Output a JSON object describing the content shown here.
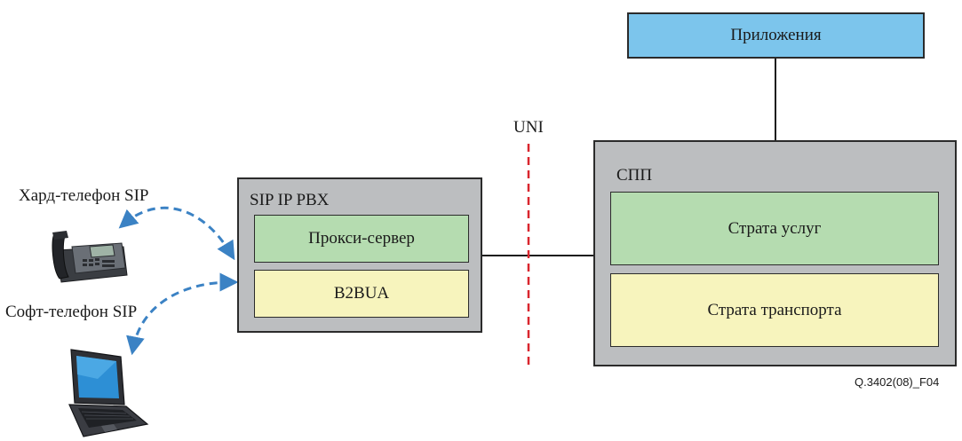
{
  "diagram": {
    "applications_label": "Приложения",
    "uni_label": "UNI",
    "ngn_box": {
      "title": "СПП",
      "service_stratum": "Страта услуг",
      "transport_stratum": "Страта транспорта"
    },
    "pbx_box": {
      "title": "SIP IP PBX",
      "proxy_server": "Прокси-сервер",
      "b2bua": "B2BUA"
    },
    "hard_phone_label": "Хард-телефон SIP",
    "soft_phone_label": "Софт-телефон SIP",
    "figure_ref": "Q.3402(08)_F04",
    "colors": {
      "applications_fill": "#7cc5ec",
      "box_fill": "#bcbec0",
      "service_fill": "#b5dcb0",
      "transport_fill": "#f7f4bd",
      "uni_line": "#d9262e",
      "arrow": "#3b82c4",
      "line": "#1a1a1a"
    },
    "icons": {
      "hard_phone": "desk-phone-icon",
      "soft_phone": "laptop-icon"
    }
  }
}
